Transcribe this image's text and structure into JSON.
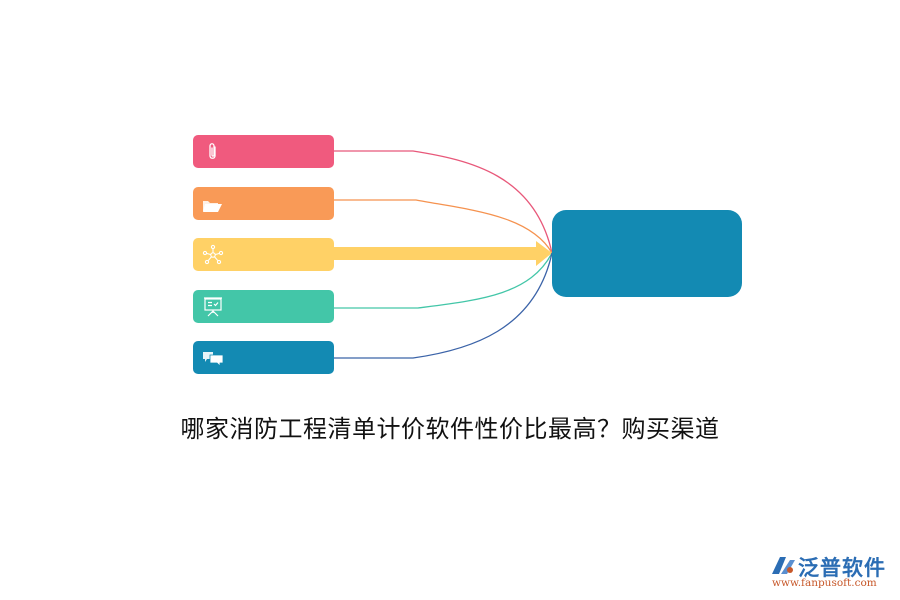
{
  "diagram": {
    "type": "mind-map-converge",
    "source_nodes": [
      {
        "id": "n0",
        "icon": "paperclip-icon",
        "label": "",
        "color": "#f05a7e"
      },
      {
        "id": "n1",
        "icon": "folder-open-icon",
        "label": "",
        "color": "#f99a57"
      },
      {
        "id": "n2",
        "icon": "network-icon",
        "label": "",
        "color": "#ffd166"
      },
      {
        "id": "n3",
        "icon": "presentation-board-icon",
        "label": "",
        "color": "#43c6a8"
      },
      {
        "id": "n4",
        "icon": "chat-bubbles-icon",
        "label": "",
        "color": "#138ab3"
      }
    ],
    "target_node": {
      "label": "",
      "color": "#138ab3"
    },
    "link_colors": [
      "#e8587a",
      "#f5924f",
      "#ffd166",
      "#43c6a8",
      "#3b63a8"
    ]
  },
  "title": "哪家消防工程清单计价软件性价比最高？购买渠道",
  "watermark": {
    "brand": "泛普软件",
    "url": "www.fanpusoft.com",
    "brand_color": "#2b6db4",
    "url_color": "#c7582a"
  }
}
